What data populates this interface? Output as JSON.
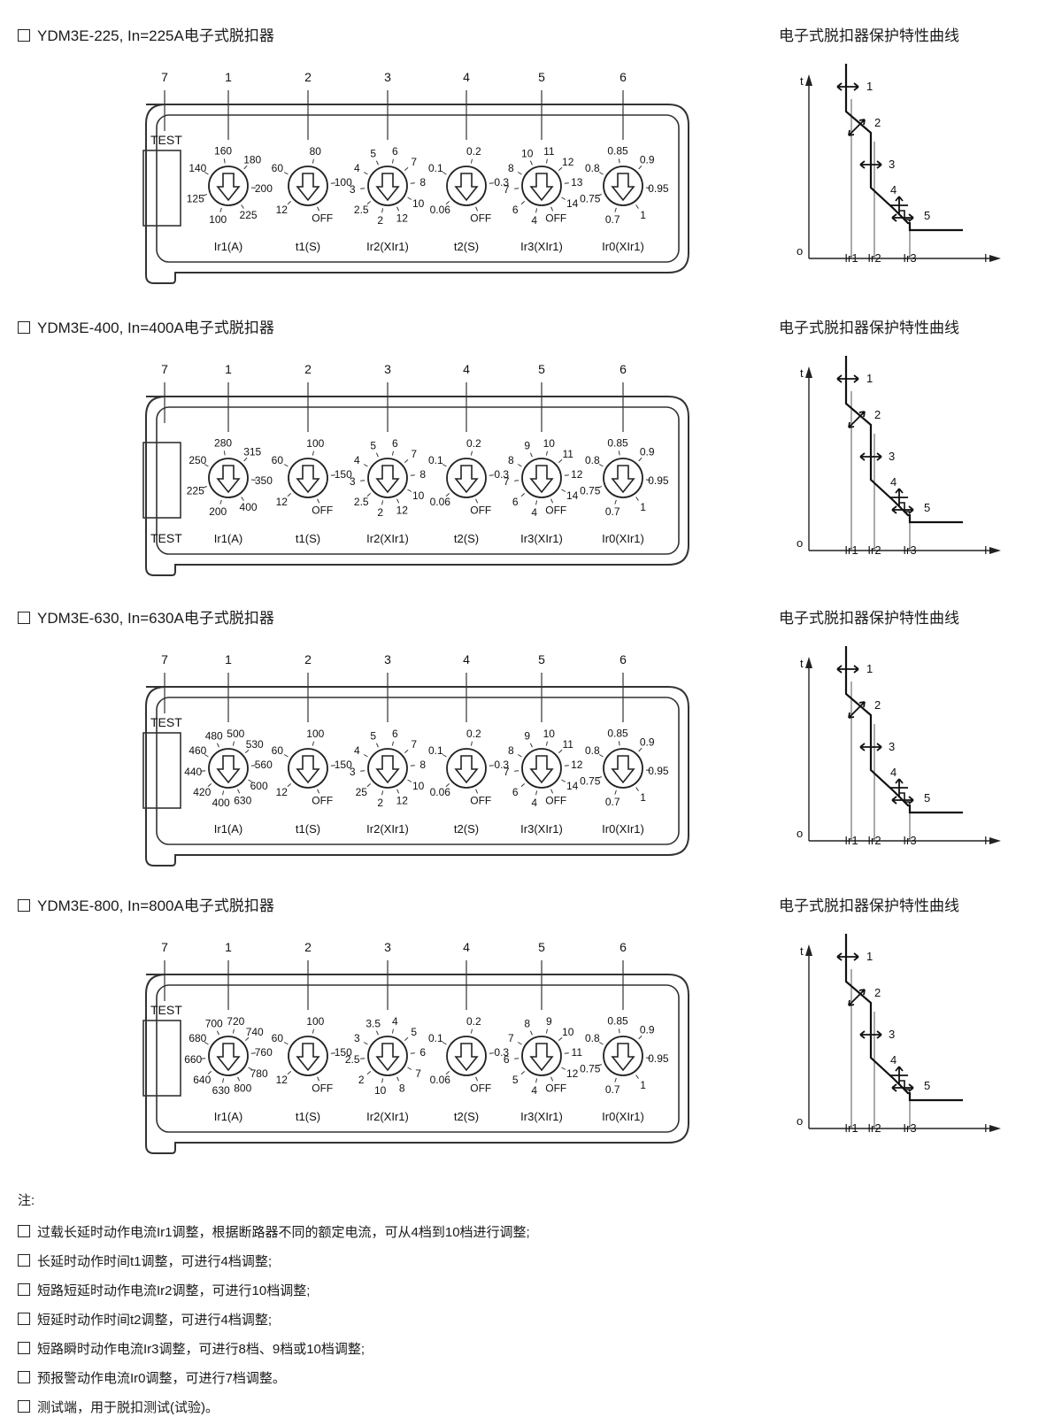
{
  "sections": [
    {
      "title": "YDM3E-225, In=225A电子式脱扣器",
      "curve_title": "电子式脱扣器保护特性曲线",
      "test_label": "TEST",
      "test_pos": "top",
      "callouts": [
        "7",
        "1",
        "2",
        "3",
        "4",
        "5",
        "6"
      ],
      "dials": [
        {
          "name": "Ir1(A)",
          "scale": [
            "140",
            "160",
            "180",
            "200",
            "225",
            "100",
            "125"
          ]
        },
        {
          "name": "t1(S)",
          "scale": [
            "60",
            "80",
            "100",
            "OFF",
            "12"
          ]
        },
        {
          "name": "Ir2(XIr1)",
          "scale": [
            "4",
            "5",
            "6",
            "7",
            "8",
            "10",
            "12",
            "2",
            "2.5",
            "3"
          ]
        },
        {
          "name": "t2(S)",
          "scale": [
            "0.1",
            "0.2",
            "0.3",
            "OFF",
            "0.06"
          ]
        },
        {
          "name": "Ir3(XIr1)",
          "scale": [
            "8",
            "10",
            "11",
            "12",
            "13",
            "14",
            "OFF",
            "4",
            "6",
            "7"
          ]
        },
        {
          "name": "Ir0(XIr1)",
          "scale": [
            "0.8",
            "0.85",
            "0.9",
            "0.95",
            "1",
            "0.7",
            "0.75"
          ]
        }
      ]
    },
    {
      "title": "YDM3E-400, In=400A电子式脱扣器",
      "curve_title": "电子式脱扣器保护特性曲线",
      "test_label": "TEST",
      "test_pos": "bottom",
      "callouts": [
        "7",
        "1",
        "2",
        "3",
        "4",
        "5",
        "6"
      ],
      "dials": [
        {
          "name": "Ir1(A)",
          "scale": [
            "250",
            "280",
            "315",
            "350",
            "400",
            "200",
            "225"
          ]
        },
        {
          "name": "t1(S)",
          "scale": [
            "60",
            "100",
            "150",
            "OFF",
            "12"
          ]
        },
        {
          "name": "Ir2(XIr1)",
          "scale": [
            "4",
            "5",
            "6",
            "7",
            "8",
            "10",
            "12",
            "2",
            "2.5",
            "3"
          ]
        },
        {
          "name": "t2(S)",
          "scale": [
            "0.1",
            "0.2",
            "0.3",
            "OFF",
            "0.06"
          ]
        },
        {
          "name": "Ir3(XIr1)",
          "scale": [
            "8",
            "9",
            "10",
            "11",
            "12",
            "14",
            "OFF",
            "4",
            "6",
            "7"
          ]
        },
        {
          "name": "Ir0(XIr1)",
          "scale": [
            "0.8",
            "0.85",
            "0.9",
            "0.95",
            "1",
            "0.7",
            "0.75"
          ]
        }
      ]
    },
    {
      "title": "YDM3E-630, In=630A电子式脱扣器",
      "curve_title": "电子式脱扣器保护特性曲线",
      "test_label": "TEST",
      "test_pos": "top",
      "callouts": [
        "7",
        "1",
        "2",
        "3",
        "4",
        "5",
        "6"
      ],
      "dials": [
        {
          "name": "Ir1(A)",
          "scale": [
            "460",
            "480",
            "500",
            "530",
            "560",
            "600",
            "630",
            "400",
            "420",
            "440"
          ]
        },
        {
          "name": "t1(S)",
          "scale": [
            "60",
            "100",
            "150",
            "OFF",
            "12"
          ]
        },
        {
          "name": "Ir2(XIr1)",
          "scale": [
            "4",
            "5",
            "6",
            "7",
            "8",
            "10",
            "12",
            "2",
            "25",
            "3"
          ]
        },
        {
          "name": "t2(S)",
          "scale": [
            "0.1",
            "0.2",
            "0.3",
            "OFF",
            "0.06"
          ]
        },
        {
          "name": "Ir3(XIr1)",
          "scale": [
            "8",
            "9",
            "10",
            "11",
            "12",
            "14",
            "OFF",
            "4",
            "6",
            "7"
          ]
        },
        {
          "name": "Ir0(XIr1)",
          "scale": [
            "0.8",
            "0.85",
            "0.9",
            "0.95",
            "1",
            "0.7",
            "0.75"
          ]
        }
      ]
    },
    {
      "title": "YDM3E-800, In=800A电子式脱扣器",
      "curve_title": "电子式脱扣器保护特性曲线",
      "test_label": "TEST",
      "test_pos": "top",
      "callouts": [
        "7",
        "1",
        "2",
        "3",
        "4",
        "5",
        "6"
      ],
      "dials": [
        {
          "name": "Ir1(A)",
          "scale": [
            "680",
            "700",
            "720",
            "740",
            "760",
            "780",
            "800",
            "630",
            "640",
            "660"
          ]
        },
        {
          "name": "t1(S)",
          "scale": [
            "60",
            "100",
            "150",
            "OFF",
            "12"
          ]
        },
        {
          "name": "Ir2(XIr1)",
          "scale": [
            "3",
            "3.5",
            "4",
            "5",
            "6",
            "7",
            "8",
            "10",
            "2",
            "2.5"
          ]
        },
        {
          "name": "t2(S)",
          "scale": [
            "0.1",
            "0.2",
            "0.3",
            "OFF",
            "0.06"
          ]
        },
        {
          "name": "Ir3(XIr1)",
          "scale": [
            "7",
            "8",
            "9",
            "10",
            "11",
            "12",
            "OFF",
            "4",
            "5",
            "6"
          ]
        },
        {
          "name": "Ir0(XIr1)",
          "scale": [
            "0.8",
            "0.85",
            "0.9",
            "0.95",
            "1",
            "0.7",
            "0.75"
          ]
        }
      ]
    }
  ],
  "curve": {
    "y_axis": "t",
    "x_axis": "I",
    "origin": "o",
    "x_ticks": [
      "Ir1",
      "Ir2",
      "Ir3"
    ],
    "markers": [
      "1",
      "2",
      "3",
      "4",
      "5"
    ]
  },
  "notes": {
    "label": "注:",
    "items": [
      "过载长延时动作电流Ir1调整，根据断路器不同的额定电流，可从4档到10档进行调整;",
      "长延时动作时间t1调整，可进行4档调整;",
      "短路短延时动作电流Ir2调整，可进行10档调整;",
      "短延时动作时间t2调整，可进行4档调整;",
      "短路瞬时动作电流Ir3调整，可进行8档、9档或10档调整;",
      "预报警动作电流Ir0调整，可进行7档调整。",
      "测试端，用于脱扣测试(试验)。"
    ]
  }
}
